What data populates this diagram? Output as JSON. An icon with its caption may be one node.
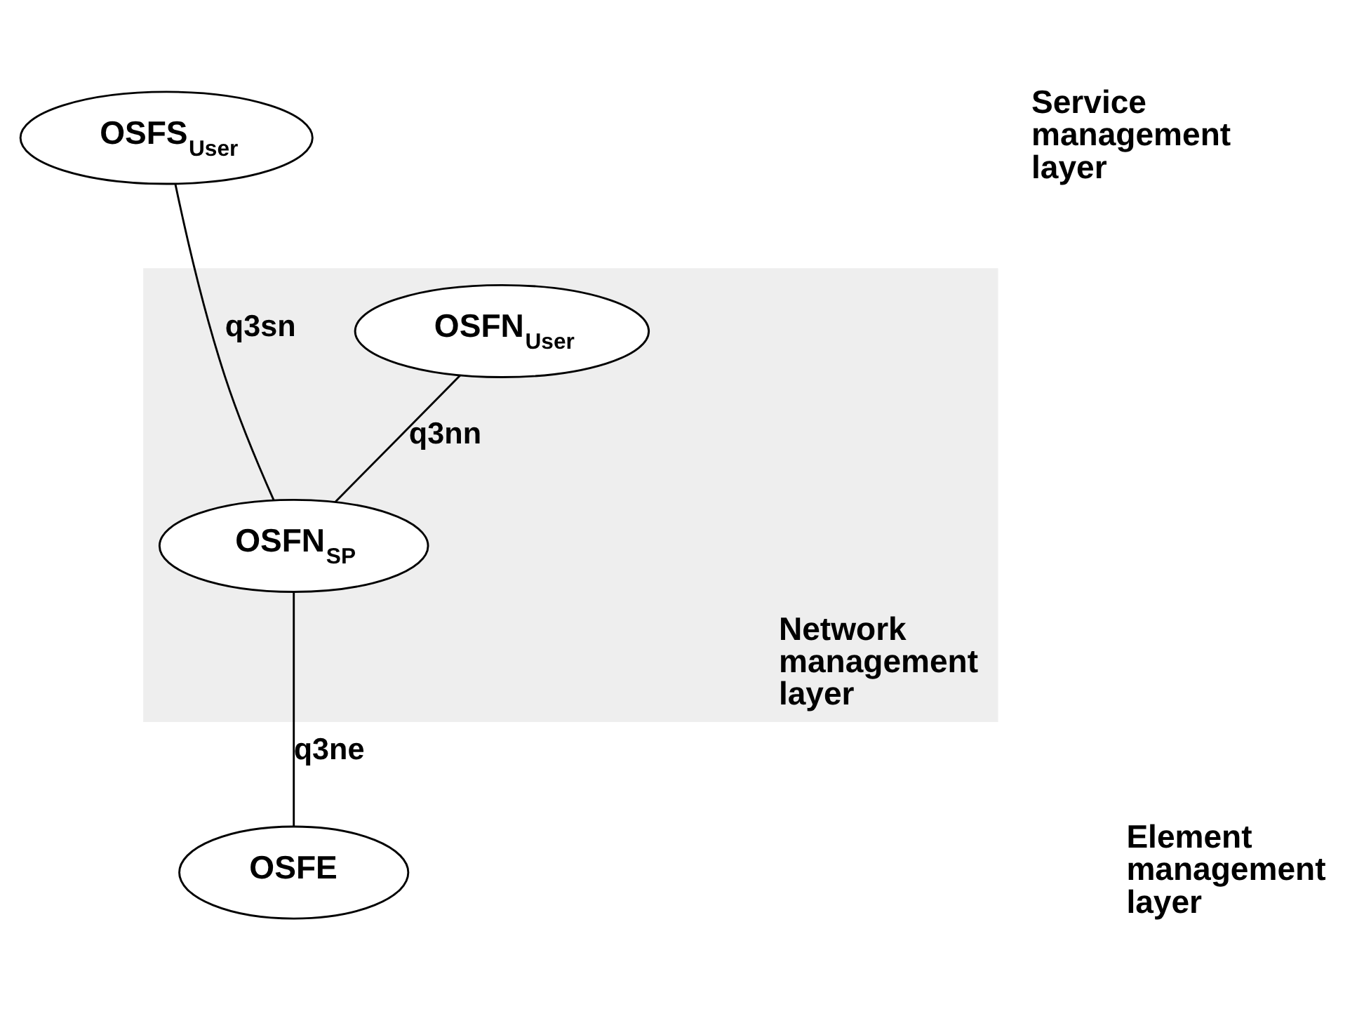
{
  "diagram": {
    "nodes": [
      {
        "text": [
          "OSFS$_{User}$"
        ]
      },
      {
        "text": [
          "Network management layer"
        ]
      },
      {
        "text": [
          "OSFN$_{User}$"
        ],
        "in": 1
      },
      {
        "text": [
          "OSFN$_{SP}$"
        ],
        "in": 1
      },
      {
        "text": [
          "OSFE"
        ]
      }
    ],
    "edges": [
      {
        "from": 0,
        "to": 3,
        "arrow": "none",
        "label": "q3sn"
      },
      {
        "from": 2,
        "to": 3,
        "arrow": "none",
        "label": "q3nn"
      },
      {
        "from": 3,
        "to": 4,
        "arrow": "none",
        "label": "q3ne"
      }
    ],
    "labels": [
      "Service management layer",
      "Element management layer"
    ]
  }
}
